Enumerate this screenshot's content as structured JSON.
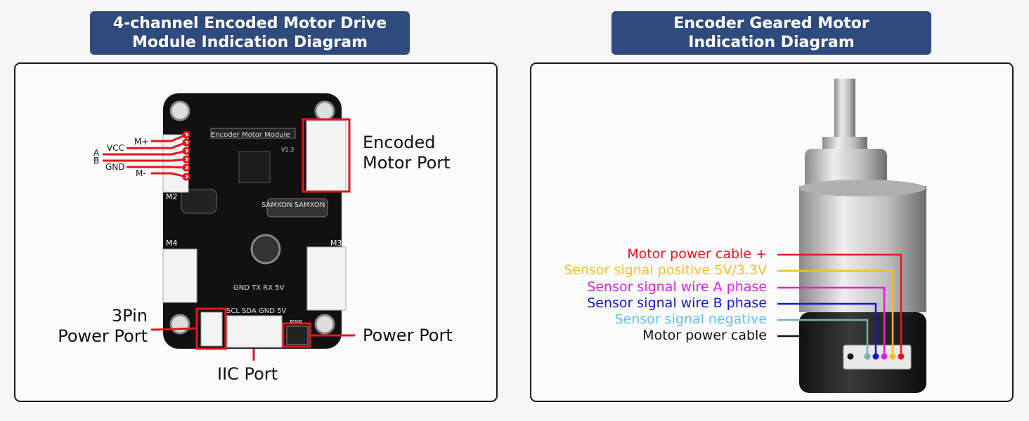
{
  "left_panel": {
    "title_line1": "4-channel Encoded Motor Drive",
    "title_line2": "Module Indication Diagram",
    "wire_labels": [
      "M+",
      "VCC",
      "A",
      "B",
      "GND",
      "M-"
    ],
    "board_text": {
      "module_name": "Encoder Motor Module",
      "version": "V1.3",
      "ports": [
        "M1",
        "M2",
        "M3",
        "M4"
      ],
      "uart": "GND TX RX 5V",
      "iic": "SCL SDA GND 5V",
      "pwr": "PWR",
      "cap_brand": "SAMXON SAMXON"
    },
    "callouts": {
      "encoded_motor_port_1": "Encoded",
      "encoded_motor_port_2": "Motor Port",
      "pin3_power_1": "3Pin",
      "pin3_power_2": "Power Port",
      "power_port": "Power Port",
      "iic_port": "IIC Port"
    },
    "highlight_color": "#e3161b"
  },
  "right_panel": {
    "title_line1": "Encoder Geared Motor",
    "title_line2": "Indication Diagram",
    "wires": [
      {
        "label": "Motor power cable +",
        "color": "#f0121a"
      },
      {
        "label": "Sensor signal positive 5V/3.3V",
        "color": "#f5bd25"
      },
      {
        "label": "Sensor signal wire A phase",
        "color": "#e51de5"
      },
      {
        "label": "Sensor signal wire B phase",
        "color": "#1414e0"
      },
      {
        "label": "Sensor signal negative",
        "color": "#5cc4ee"
      },
      {
        "label": "Motor power cable",
        "color": "#111111"
      }
    ]
  },
  "colors": {
    "title_bg": "#2f4a7d",
    "panel_border": "#1a1a1a"
  }
}
